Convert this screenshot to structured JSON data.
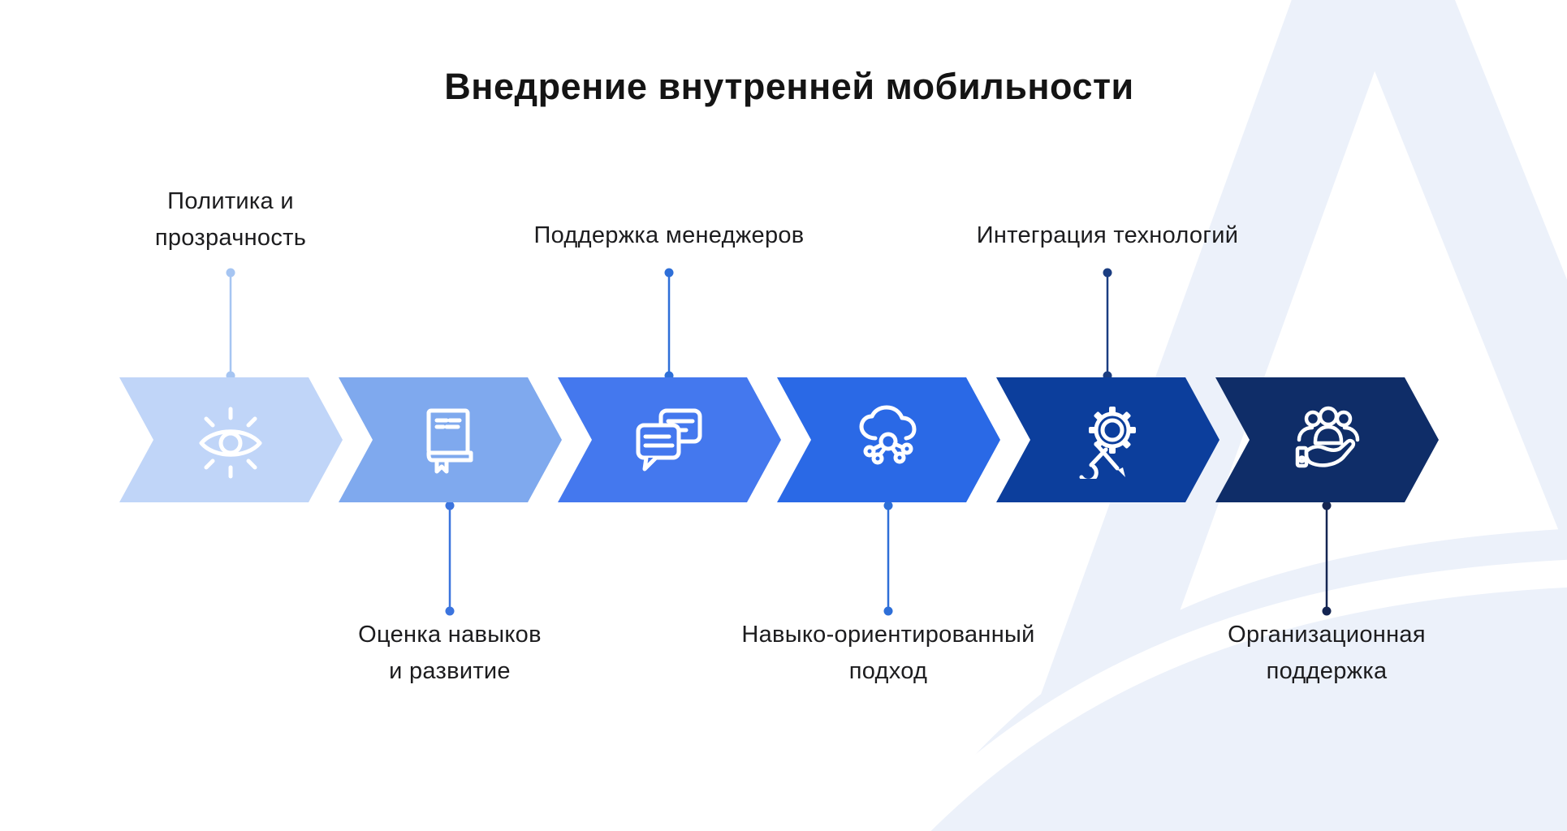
{
  "title": "Внедрение внутренней мобильности",
  "watermark": {
    "description": "large light-blue letter-A logo shape with curved swoosh, right side of canvas",
    "color": "#ecf1fa"
  },
  "steps": [
    {
      "label": "Политика и прозрачность",
      "label_lines": [
        "Политика и",
        "прозрачность"
      ],
      "label_position": "top",
      "color": "#c0d5f8",
      "connector_color": "#a6c5f2",
      "icon": "eye-icon"
    },
    {
      "label": "Оценка навыков и развитие",
      "label_lines": [
        "Оценка навыков",
        "и развитие"
      ],
      "label_position": "bottom",
      "color": "#7fa9ee",
      "connector_color": "#3b74de",
      "icon": "book-icon"
    },
    {
      "label": "Поддержка менеджеров",
      "label_lines": [
        "Поддержка менеджеров"
      ],
      "label_position": "top",
      "color": "#4478ee",
      "connector_color": "#2e6fd8",
      "icon": "chat-bubbles-icon"
    },
    {
      "label": "Навыко-ориентированный подход",
      "label_lines": [
        "Навыко-ориентированный",
        "подход"
      ],
      "label_position": "bottom",
      "color": "#2a69e6",
      "connector_color": "#2e6fd8",
      "icon": "cloud-network-icon"
    },
    {
      "label": "Интеграция технологий",
      "label_lines": [
        "Интеграция технологий"
      ],
      "label_position": "top",
      "color": "#0c3e9c",
      "connector_color": "#1b3d81",
      "icon": "gear-tools-icon"
    },
    {
      "label": "Организационная поддержка",
      "label_lines": [
        "Организационная",
        "поддержка"
      ],
      "label_position": "bottom",
      "color": "#0f2d68",
      "connector_color": "#142552",
      "icon": "people-hand-icon"
    }
  ]
}
